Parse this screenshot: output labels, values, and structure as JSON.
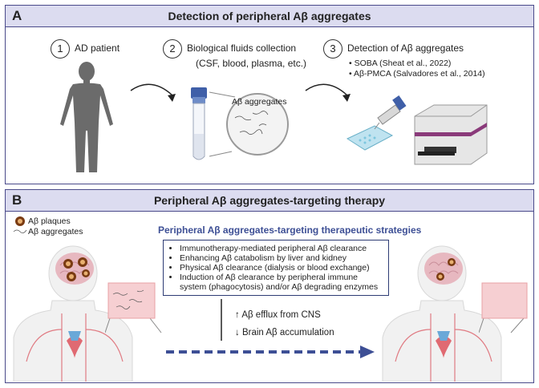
{
  "panel_a": {
    "letter": "A",
    "title": "Detection of peripheral Aβ aggregates",
    "steps": [
      {
        "num": "1",
        "label": "AD patient"
      },
      {
        "num": "2",
        "label": "Biological fluids collection",
        "sublabel": "(CSF, blood, plasma, etc.)"
      },
      {
        "num": "3",
        "label": "Detection of Aβ aggregates"
      }
    ],
    "aggregates_label": "Aβ aggregates",
    "methods": [
      "SOBA (Sheat et al., 2022)",
      "Aβ-PMCA (Salvadores et al., 2014)"
    ]
  },
  "panel_b": {
    "letter": "B",
    "title": "Peripheral Aβ aggregates-targeting therapy",
    "legend": {
      "plaques": "Aβ plaques",
      "aggregates": "Aβ aggregates"
    },
    "strategies_title": "Peripheral Aβ aggregates-targeting therapeutic strategies",
    "strategies": [
      "Immunotherapy-mediated peripheral Aβ clearance",
      "Enhancing Aβ catabolism by liver and kidney",
      "Physical Aβ clearance (dialysis or blood exchange)",
      "Induction of Aβ clearance by peripheral immune system (phagocytosis) and/or Aβ degrading enzymes"
    ],
    "effects": {
      "up": "Aβ efflux from CNS",
      "down": "Brain Aβ accumulation"
    }
  },
  "colors": {
    "header_bg": "#dcdcf0",
    "border": "#4a4a8a",
    "accent": "#3d4f95",
    "vessel": "#e8a0a4",
    "plaque": "#7a3b12"
  }
}
